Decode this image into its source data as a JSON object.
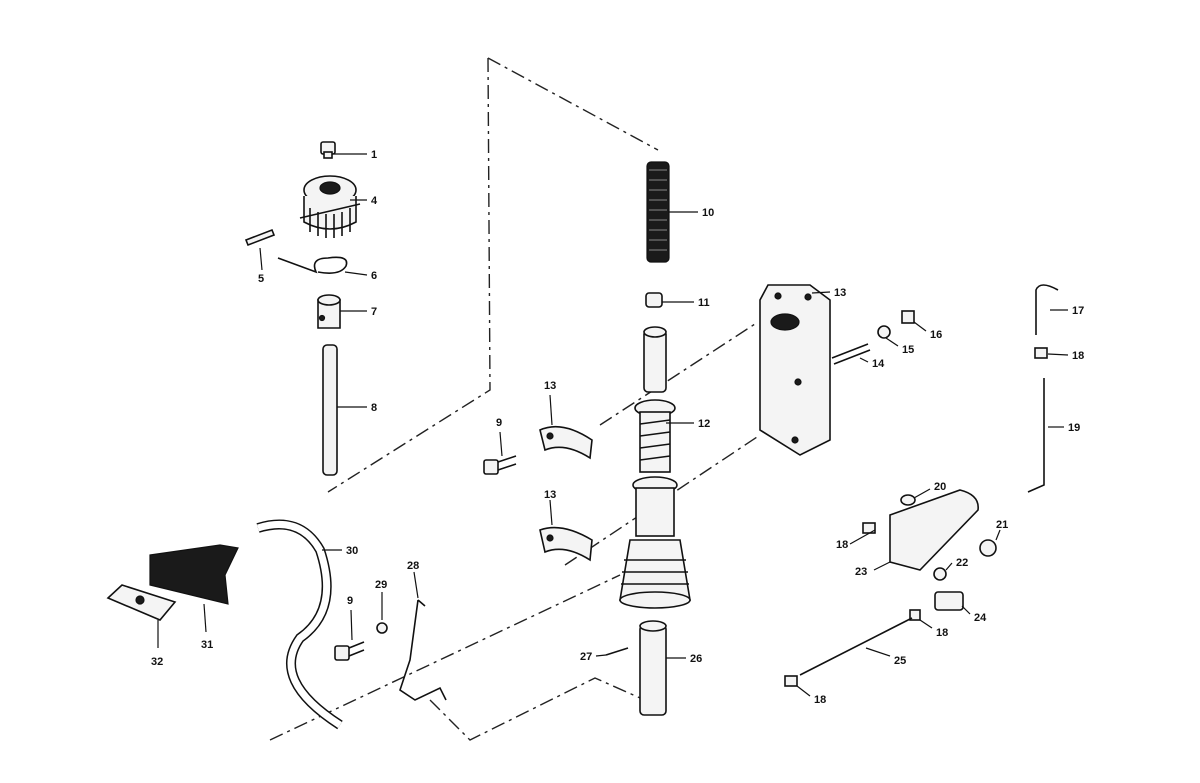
{
  "diagram": {
    "callouts": [
      {
        "id": "c1",
        "text": "1"
      },
      {
        "id": "c4",
        "text": "4"
      },
      {
        "id": "c5",
        "text": "5"
      },
      {
        "id": "c6",
        "text": "6"
      },
      {
        "id": "c7",
        "text": "7"
      },
      {
        "id": "c8",
        "text": "8"
      },
      {
        "id": "c9a",
        "text": "9"
      },
      {
        "id": "c9b",
        "text": "9"
      },
      {
        "id": "c10",
        "text": "10"
      },
      {
        "id": "c11",
        "text": "11"
      },
      {
        "id": "c12",
        "text": "12"
      },
      {
        "id": "c13a",
        "text": "13"
      },
      {
        "id": "c13b",
        "text": "13"
      },
      {
        "id": "c13c",
        "text": "13"
      },
      {
        "id": "c14",
        "text": "14"
      },
      {
        "id": "c15",
        "text": "15"
      },
      {
        "id": "c16",
        "text": "16"
      },
      {
        "id": "c17",
        "text": "17"
      },
      {
        "id": "c18a",
        "text": "18"
      },
      {
        "id": "c18b",
        "text": "18"
      },
      {
        "id": "c18c",
        "text": "18"
      },
      {
        "id": "c18d",
        "text": "18"
      },
      {
        "id": "c19",
        "text": "19"
      },
      {
        "id": "c20",
        "text": "20"
      },
      {
        "id": "c21",
        "text": "21"
      },
      {
        "id": "c22",
        "text": "22"
      },
      {
        "id": "c23",
        "text": "23"
      },
      {
        "id": "c24",
        "text": "24"
      },
      {
        "id": "c25",
        "text": "25"
      },
      {
        "id": "c26",
        "text": "26"
      },
      {
        "id": "c27",
        "text": "27"
      },
      {
        "id": "c28",
        "text": "28"
      },
      {
        "id": "c29",
        "text": "29"
      },
      {
        "id": "c30",
        "text": "30"
      },
      {
        "id": "c31",
        "text": "31"
      },
      {
        "id": "c32",
        "text": "32"
      }
    ]
  }
}
